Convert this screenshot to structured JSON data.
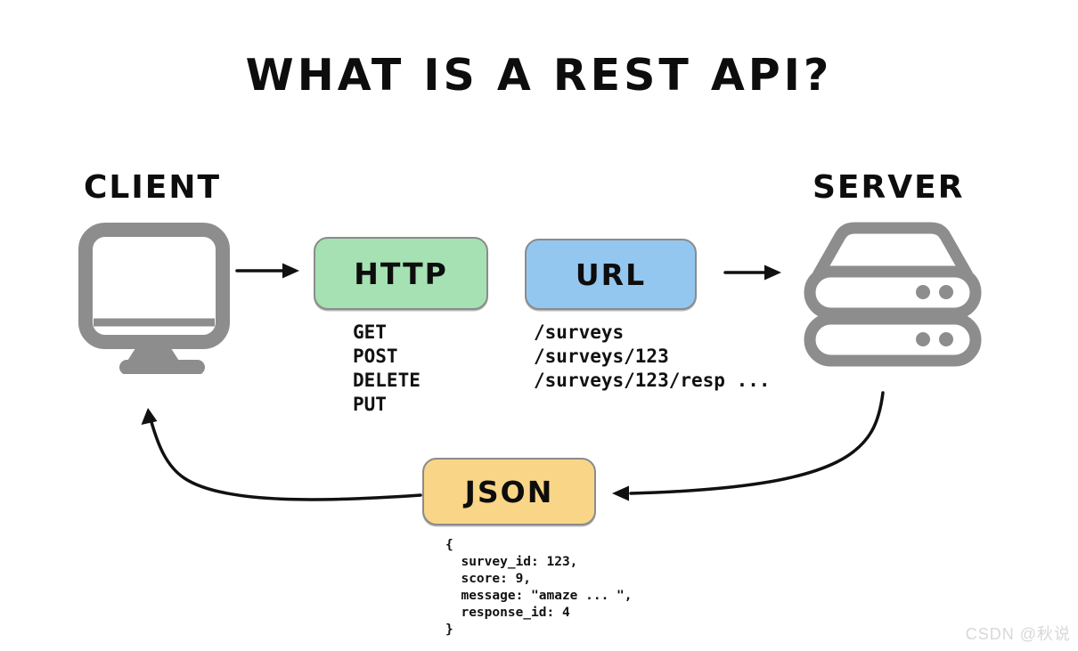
{
  "title": "WHAT IS A REST API?",
  "client_label": "CLIENT",
  "server_label": "SERVER",
  "http_box": {
    "label": "HTTP",
    "color": "#a5e1b2"
  },
  "url_box": {
    "label": "URL",
    "color": "#94c7ef"
  },
  "json_box": {
    "label": "JSON",
    "color": "#f9d687"
  },
  "http_methods": [
    "GET",
    "POST",
    "DELETE",
    "PUT"
  ],
  "url_paths": [
    "/surveys",
    "/surveys/123",
    "/surveys/123/resp ..."
  ],
  "json_code": [
    "{",
    "  survey_id: 123,",
    "  score: 9,",
    "  message: \"amaze ... \",",
    "  response_id: 4",
    "}"
  ],
  "icon_color": "#8d8d8d",
  "arrow_color": "#111111",
  "watermark": "CSDN @秋说"
}
